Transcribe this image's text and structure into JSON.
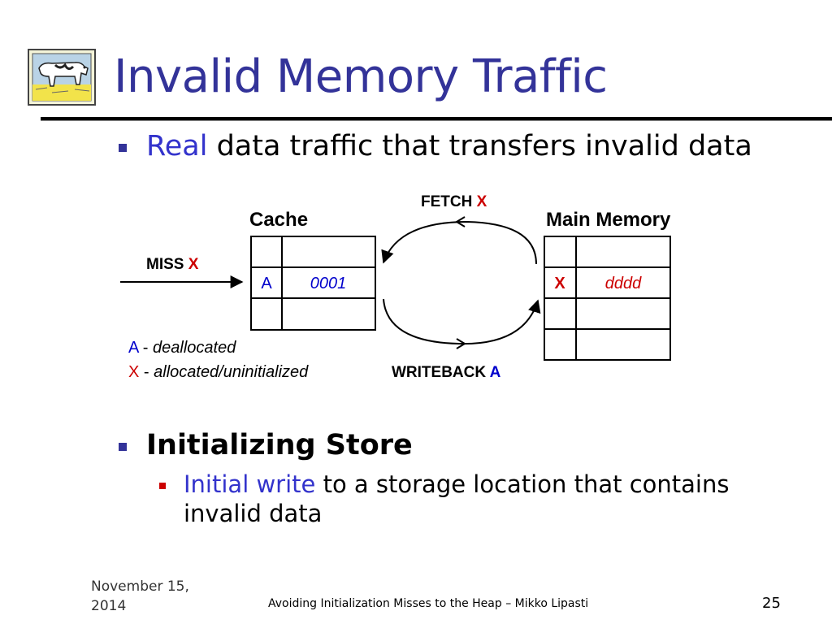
{
  "slide": {
    "title": "Invalid Memory Traffic",
    "bullets": [
      {
        "highlight": "Real",
        "rest": " data traffic that transfers invalid data"
      },
      {
        "text": "Initializing Store"
      }
    ],
    "sub_bullet": {
      "highlight": "Initial write",
      "rest": " to a storage location that contains invalid data"
    }
  },
  "diagram": {
    "cache_label": "Cache",
    "memory_label": "Main Memory",
    "fetch_label": "FETCH ",
    "fetch_var": "X",
    "writeback_label": "WRITEBACK ",
    "writeback_var": "A",
    "miss_label": "MISS ",
    "miss_var": "X",
    "cache_tag": "A",
    "cache_data": "0001",
    "memory_tag": "X",
    "memory_data": "dddd",
    "legend": [
      {
        "key": "A",
        "sep": " - ",
        "desc": "deallocated"
      },
      {
        "key": "X",
        "sep": " - ",
        "desc": "allocated/uninitialized"
      }
    ]
  },
  "colors": {
    "title": "#333399",
    "blue": "#0000cc",
    "red": "#cc0000",
    "highlight": "#3333cc"
  },
  "footer": {
    "date": "November 15, 2014",
    "center": "Avoiding Initialization Misses to the Heap – Mikko Lipasti",
    "page": "25"
  }
}
